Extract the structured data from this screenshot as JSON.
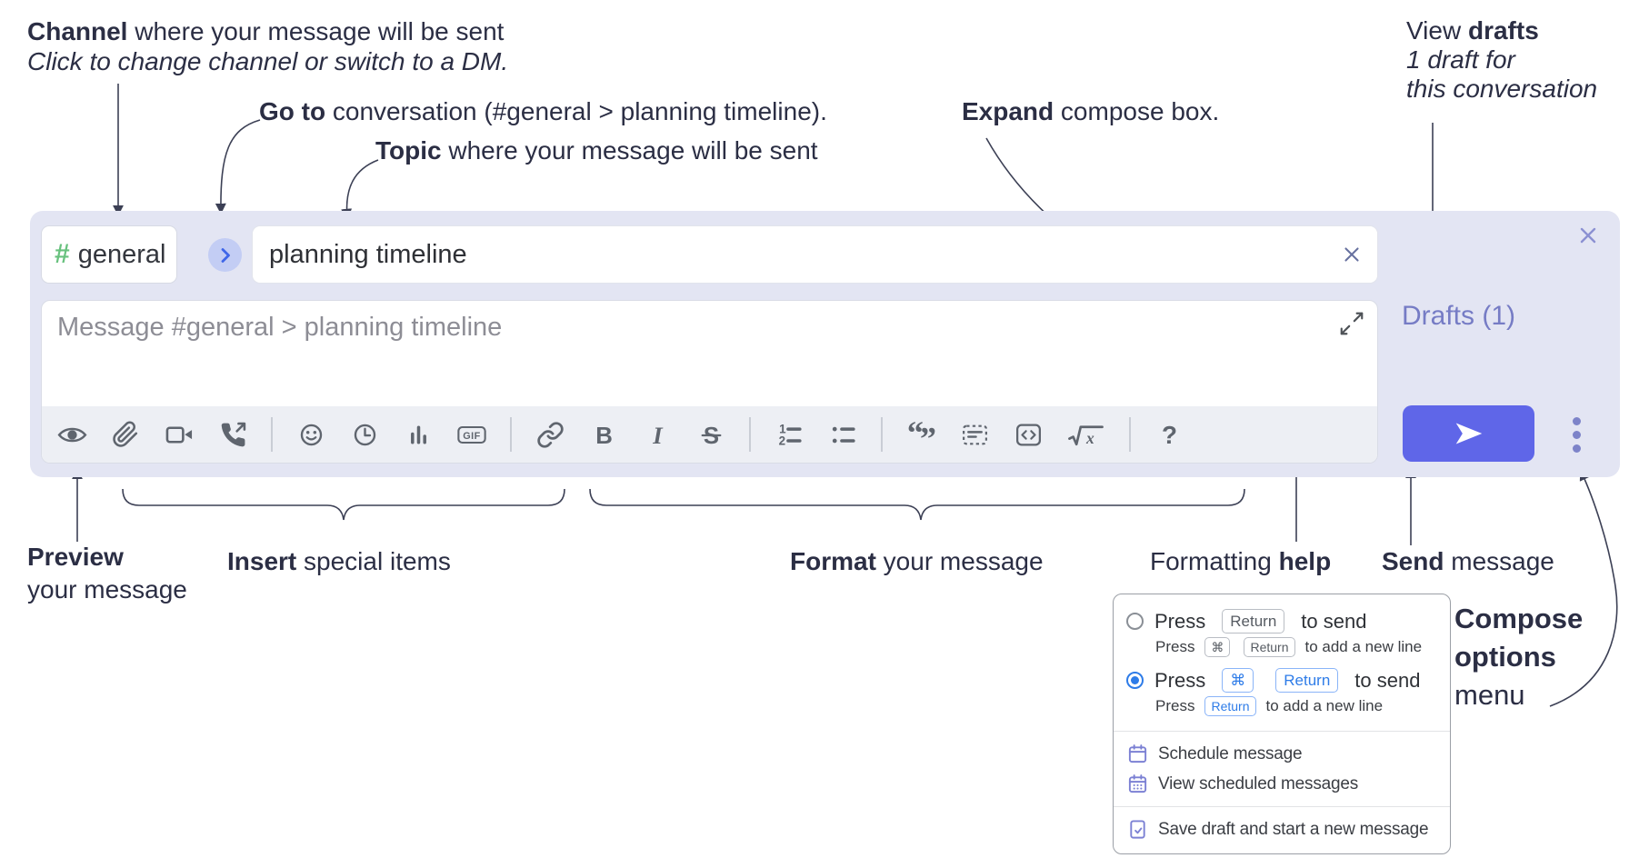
{
  "annotations": {
    "channel": {
      "bold": "Channel",
      "rest": " where your message will be sent",
      "sub": "Click to change channel or switch to a DM."
    },
    "goto": {
      "bold": "Go to",
      "rest": " conversation (#general > planning timeline)."
    },
    "topic": {
      "bold": "Topic",
      "rest": " where your message will be sent"
    },
    "expand": {
      "bold": "Expand",
      "rest": " compose box."
    },
    "drafts": {
      "pre": "View ",
      "bold": "drafts",
      "line2": "1 draft for",
      "line3": "this conversation"
    },
    "preview": {
      "bold": "Preview",
      "line2": "your message"
    },
    "insert": {
      "bold": "Insert",
      "rest": " special items"
    },
    "format": {
      "bold": "Format",
      "rest": " your message"
    },
    "help": {
      "pre": "Formatting ",
      "bold": "help"
    },
    "send": {
      "bold": "Send",
      "rest": " message"
    },
    "options": {
      "bold1": "Compose",
      "bold2": "options",
      "rest": "menu"
    }
  },
  "compose": {
    "channel": {
      "hash": "#",
      "name": "general"
    },
    "topic_value": "planning timeline",
    "message_placeholder": "Message #general > planning timeline",
    "drafts_link": "Drafts (1)",
    "toolbar_glyphs": {
      "gif": "GIF",
      "bold": "B",
      "italic": "I",
      "strike": "S",
      "ol_1": "1",
      "ol_2": "2",
      "quote_open": "“",
      "quote_close": "”",
      "math_x": "x",
      "help": "?"
    }
  },
  "options_menu": {
    "option1": {
      "pre": "Press",
      "key": "Return",
      "post": "to send",
      "sub": {
        "pre": "Press",
        "key1": "⌘",
        "key2": "Return",
        "post": "to add a new line"
      }
    },
    "option2": {
      "pre": "Press",
      "key1": "⌘",
      "key2": "Return",
      "post": "to send",
      "sub": {
        "pre": "Press",
        "key": "Return",
        "post": "to add a new line"
      }
    },
    "items": {
      "schedule": "Schedule message",
      "view_scheduled": "View scheduled messages",
      "save_draft": "Save draft and start a new message"
    }
  },
  "colors": {
    "accent_send": "#5f66e8",
    "drafts_link": "#767cc5",
    "hash_green": "#68c17e",
    "goto_blue": "#3f66e8",
    "menu_icon_purple": "#7c81d4",
    "key_blue": "#2e7ce8"
  }
}
